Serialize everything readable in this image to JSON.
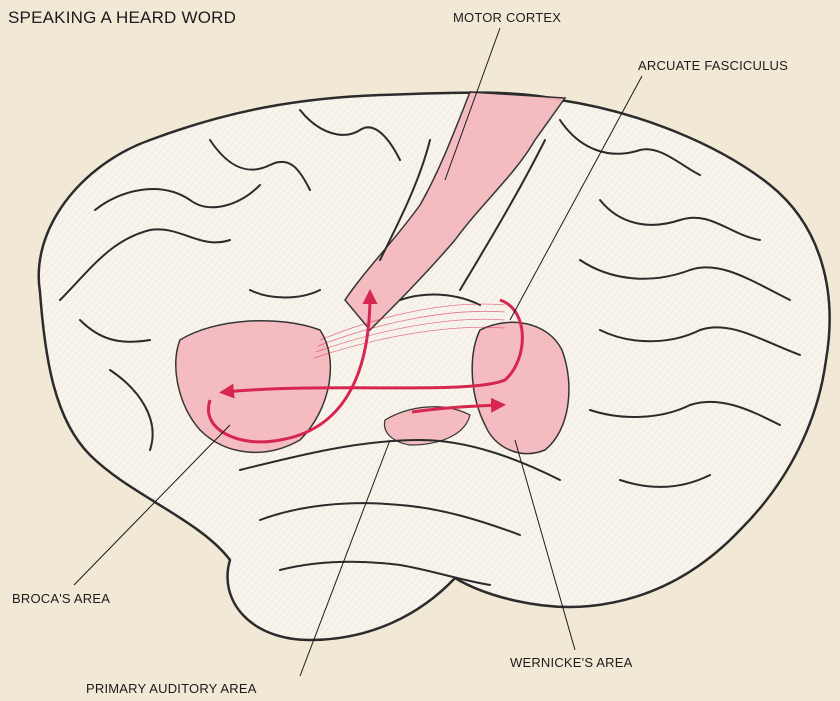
{
  "title": "SPEAKING A HEARD WORD",
  "labels": {
    "motor_cortex": "MOTOR CORTEX",
    "arcuate_fasciculus": "ARCUATE FASCICULUS",
    "brocas_area": "BROCA'S AREA",
    "wernickes_area": "WERNICKE'S AREA",
    "primary_auditory_area": "PRIMARY AUDITORY AREA"
  },
  "colors": {
    "background": "#f1e8d6",
    "brain_fill": "#f8f4ec",
    "outline": "#2b2b2b",
    "highlight": "#f4b9bf",
    "pathway": "#d7264f"
  }
}
